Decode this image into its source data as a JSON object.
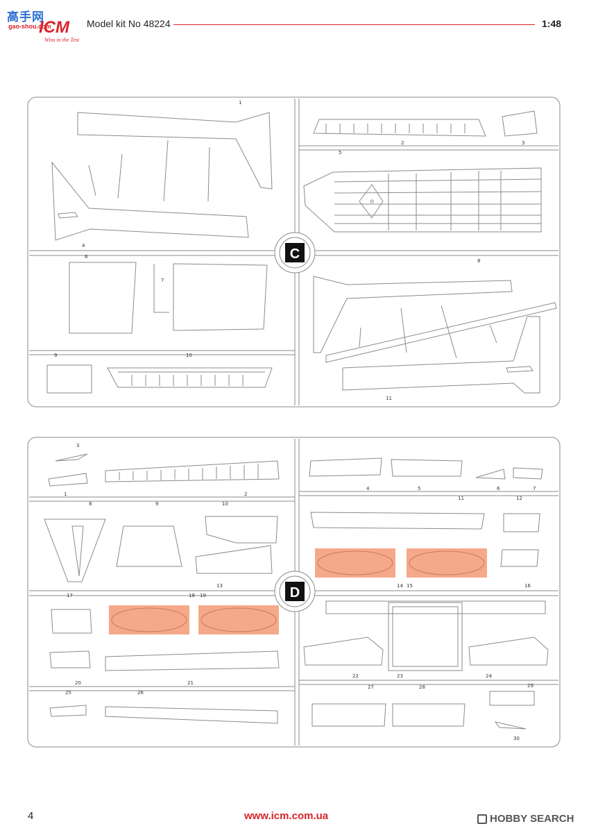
{
  "header": {
    "watermark_cn": "高手网",
    "watermark_url": "gao-shou.com",
    "logo": "ICM",
    "logo_tagline": "Wins in the Test",
    "title": "Model kit No 48224",
    "scale": "1:48"
  },
  "sprues": [
    {
      "letter": "C",
      "part_numbers": [
        "1",
        "2",
        "3",
        "4",
        "5",
        "6",
        "7",
        "8",
        "9",
        "10",
        "11"
      ]
    },
    {
      "letter": "D",
      "part_numbers": [
        "1",
        "2",
        "3",
        "4",
        "5",
        "6",
        "7",
        "8",
        "9",
        "10",
        "11",
        "12",
        "13",
        "14",
        "15",
        "16",
        "17",
        "18",
        "19",
        "20",
        "21",
        "22",
        "23",
        "24",
        "25",
        "26",
        "27",
        "28",
        "29",
        "30"
      ]
    }
  ],
  "colors": {
    "accent_red": "#d8232a",
    "clear_parts": "#f5a98a",
    "sprue_line": "#888888"
  },
  "footer": {
    "page_number": "4",
    "url": "www.icm.com.ua",
    "watermark": "HOBBY SEARCH"
  }
}
